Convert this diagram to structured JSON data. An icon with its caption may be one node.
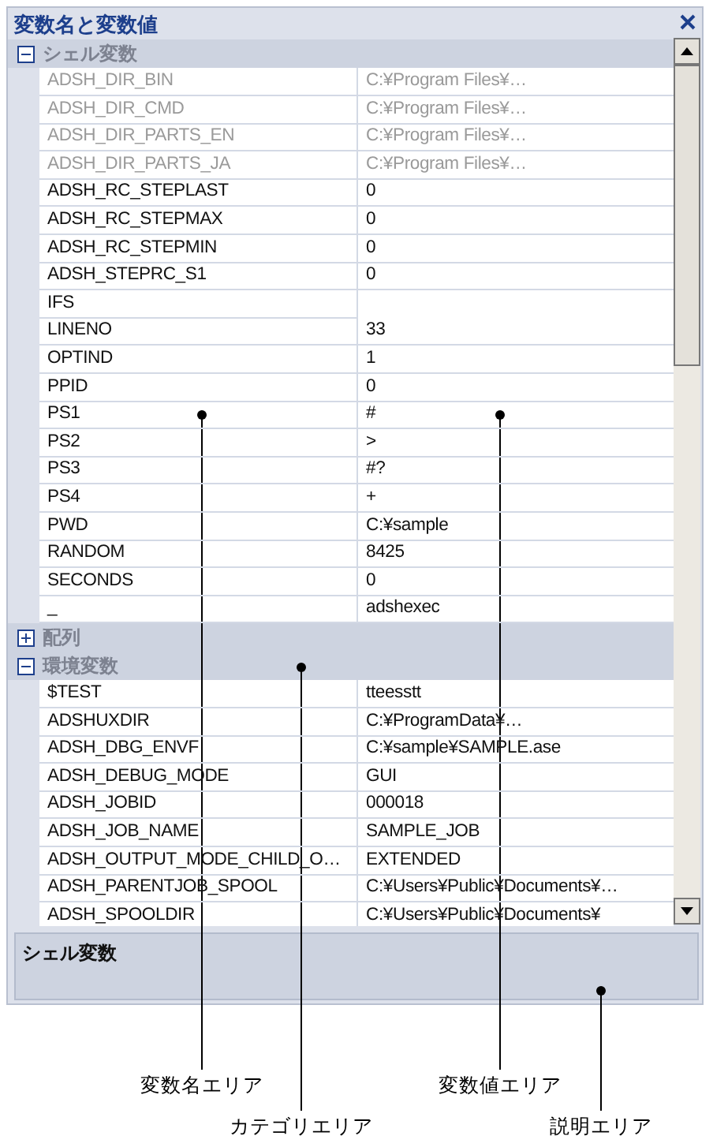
{
  "diagram": {
    "nodes": [
      {
        "text": [
          "変数名と変数値"
        ]
      },
      {
        "text": [
          "シェル変数"
        ],
        "in": 0
      },
      {
        "text": [
          "配列"
        ],
        "in": 0
      },
      {
        "text": [
          "環境変数"
        ],
        "in": 0
      },
      {
        "text": [],
        "shape": "box",
        "in": 0
      },
      {
        "text": [],
        "shape": "box",
        "in": 0
      },
      {
        "text": [
          "シェル変数"
        ],
        "in": 0
      },
      {
        "text": [
          "変数名エリア"
        ]
      },
      {
        "text": [
          "変数値エリア"
        ]
      },
      {
        "text": [
          "カテゴリエリア"
        ]
      },
      {
        "text": [
          "説明エリア"
        ]
      }
    ],
    "edges": [
      {
        "from": 7,
        "to": 4,
        "arrow": "other"
      },
      {
        "from": 8,
        "to": 5,
        "arrow": "other"
      },
      {
        "from": 9,
        "to": 3,
        "arrow": "other"
      },
      {
        "from": 10,
        "to": 6,
        "arrow": "other"
      }
    ],
    "labels": [
      "ADSH_DIR_BIN",
      "C:¥Program Files¥…",
      "ADSH_DIR_CMD",
      "C:¥Program Files¥…",
      "ADSH_DIR_PARTS_EN",
      "C:¥Program Files¥…",
      "ADSH_DIR_PARTS_JA",
      "C:¥Program Files¥…",
      "ADSH_RC_STEPLAST",
      "0",
      "ADSH_RC_STEPMAX",
      "0",
      "ADSH_RC_STEPMIN",
      "0",
      "ADSH_STEPRC_S1",
      "0",
      "IFS",
      "LINENO",
      "33",
      "OPTIND",
      "1",
      "PPID",
      "0",
      "PS1",
      "#",
      "PS2",
      ">",
      "PS3",
      "#?",
      "PS4",
      "+",
      "PWD",
      "C:¥sample",
      "RANDOM",
      "8425",
      "SECONDS",
      "0",
      "_",
      "adshexec",
      "$TEST",
      "tteesstt",
      "ADSHUXDIR",
      "C:¥ProgramData¥…",
      "ADSH_DBG_ENVF",
      "C:¥sample¥SAMPLE.ase",
      "ADSH_DEBUG_MODE",
      "GUI",
      "ADSH_JOBID",
      "000018",
      "ADSH_JOB_NAME",
      "SAMPLE_JOB",
      "ADSH_OUTPUT_MODE_CHILD_O…",
      "EXTENDED",
      "ADSH_PARENTJOB_SPOOL",
      "C:¥Users¥Public¥Documents¥…",
      "ADSH_SPOOLDIR",
      "C:¥Users¥Public¥Documents¥"
    ]
  }
}
